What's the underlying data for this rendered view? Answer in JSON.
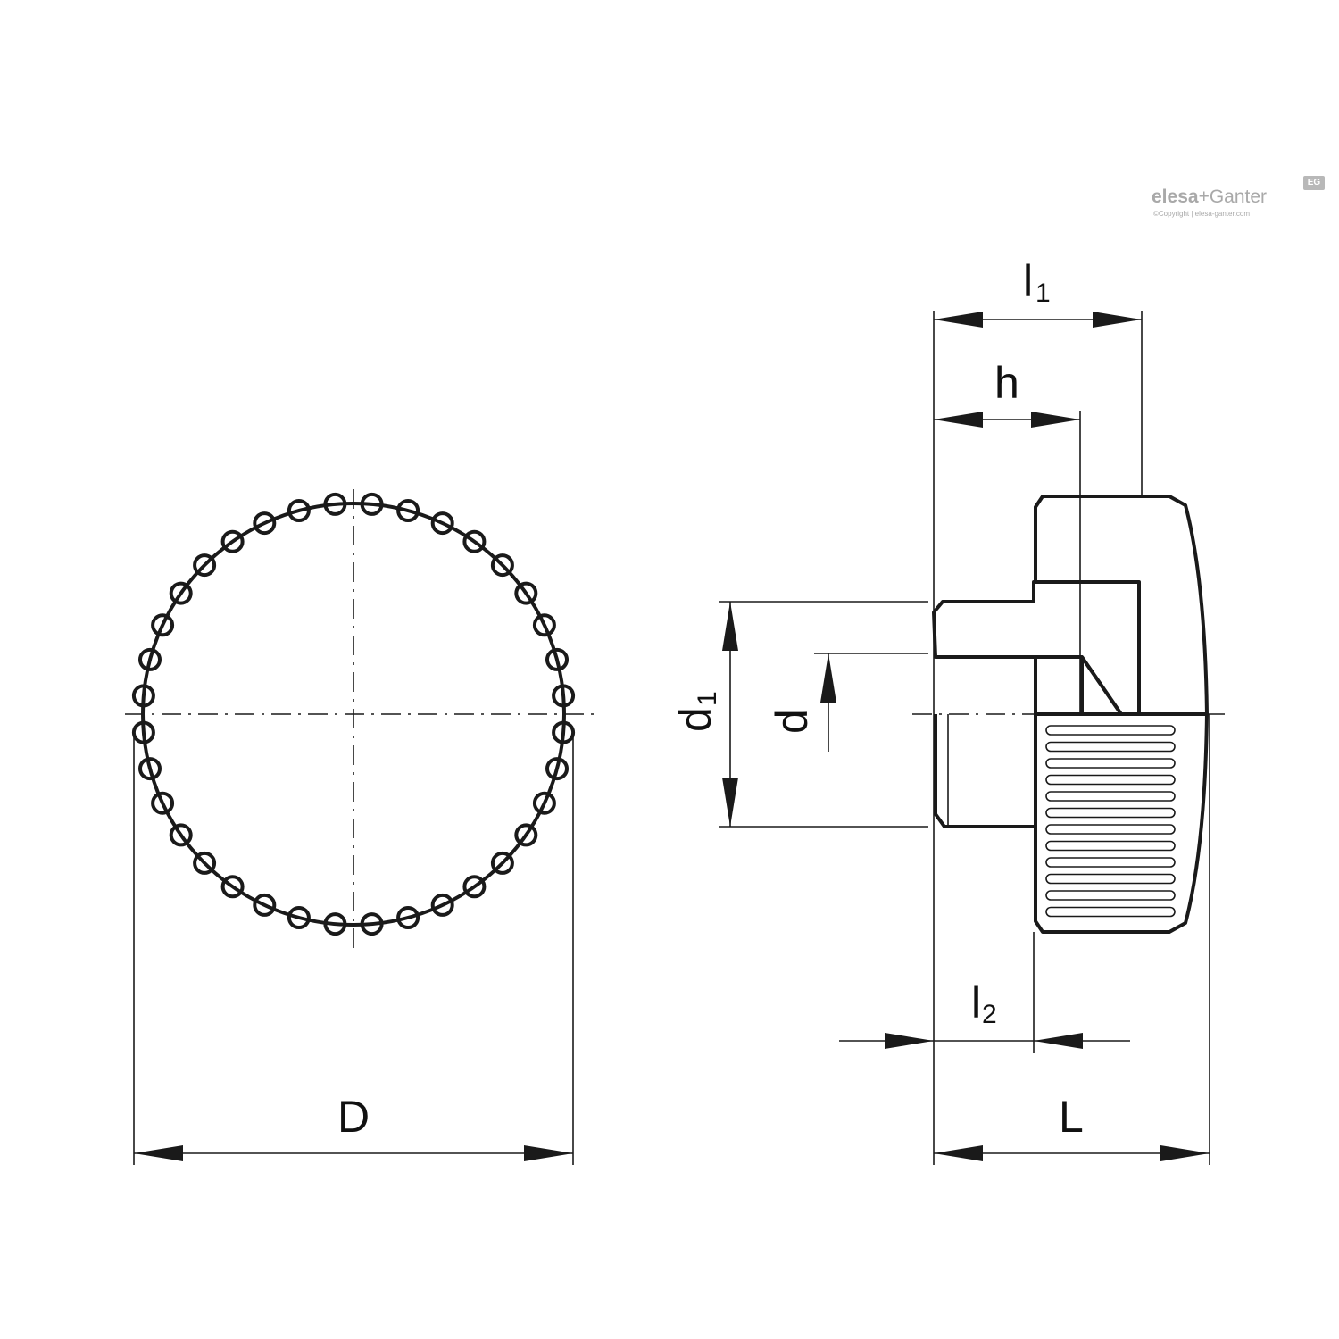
{
  "brand": {
    "name_bold": "elesa",
    "name_rest": "+Ganter",
    "mark": "EG",
    "copyright": "©Copyright | elesa-ganter.com"
  },
  "dimensions": {
    "D": "D",
    "L": "L",
    "l1": "l",
    "l1_sub": "1",
    "l2": "l",
    "l2_sub": "2",
    "h": "h",
    "d": "d",
    "d1": "d",
    "d1_sub": "1"
  },
  "colors": {
    "line": "#1a1a1a",
    "brand": "#a9a9a9"
  }
}
